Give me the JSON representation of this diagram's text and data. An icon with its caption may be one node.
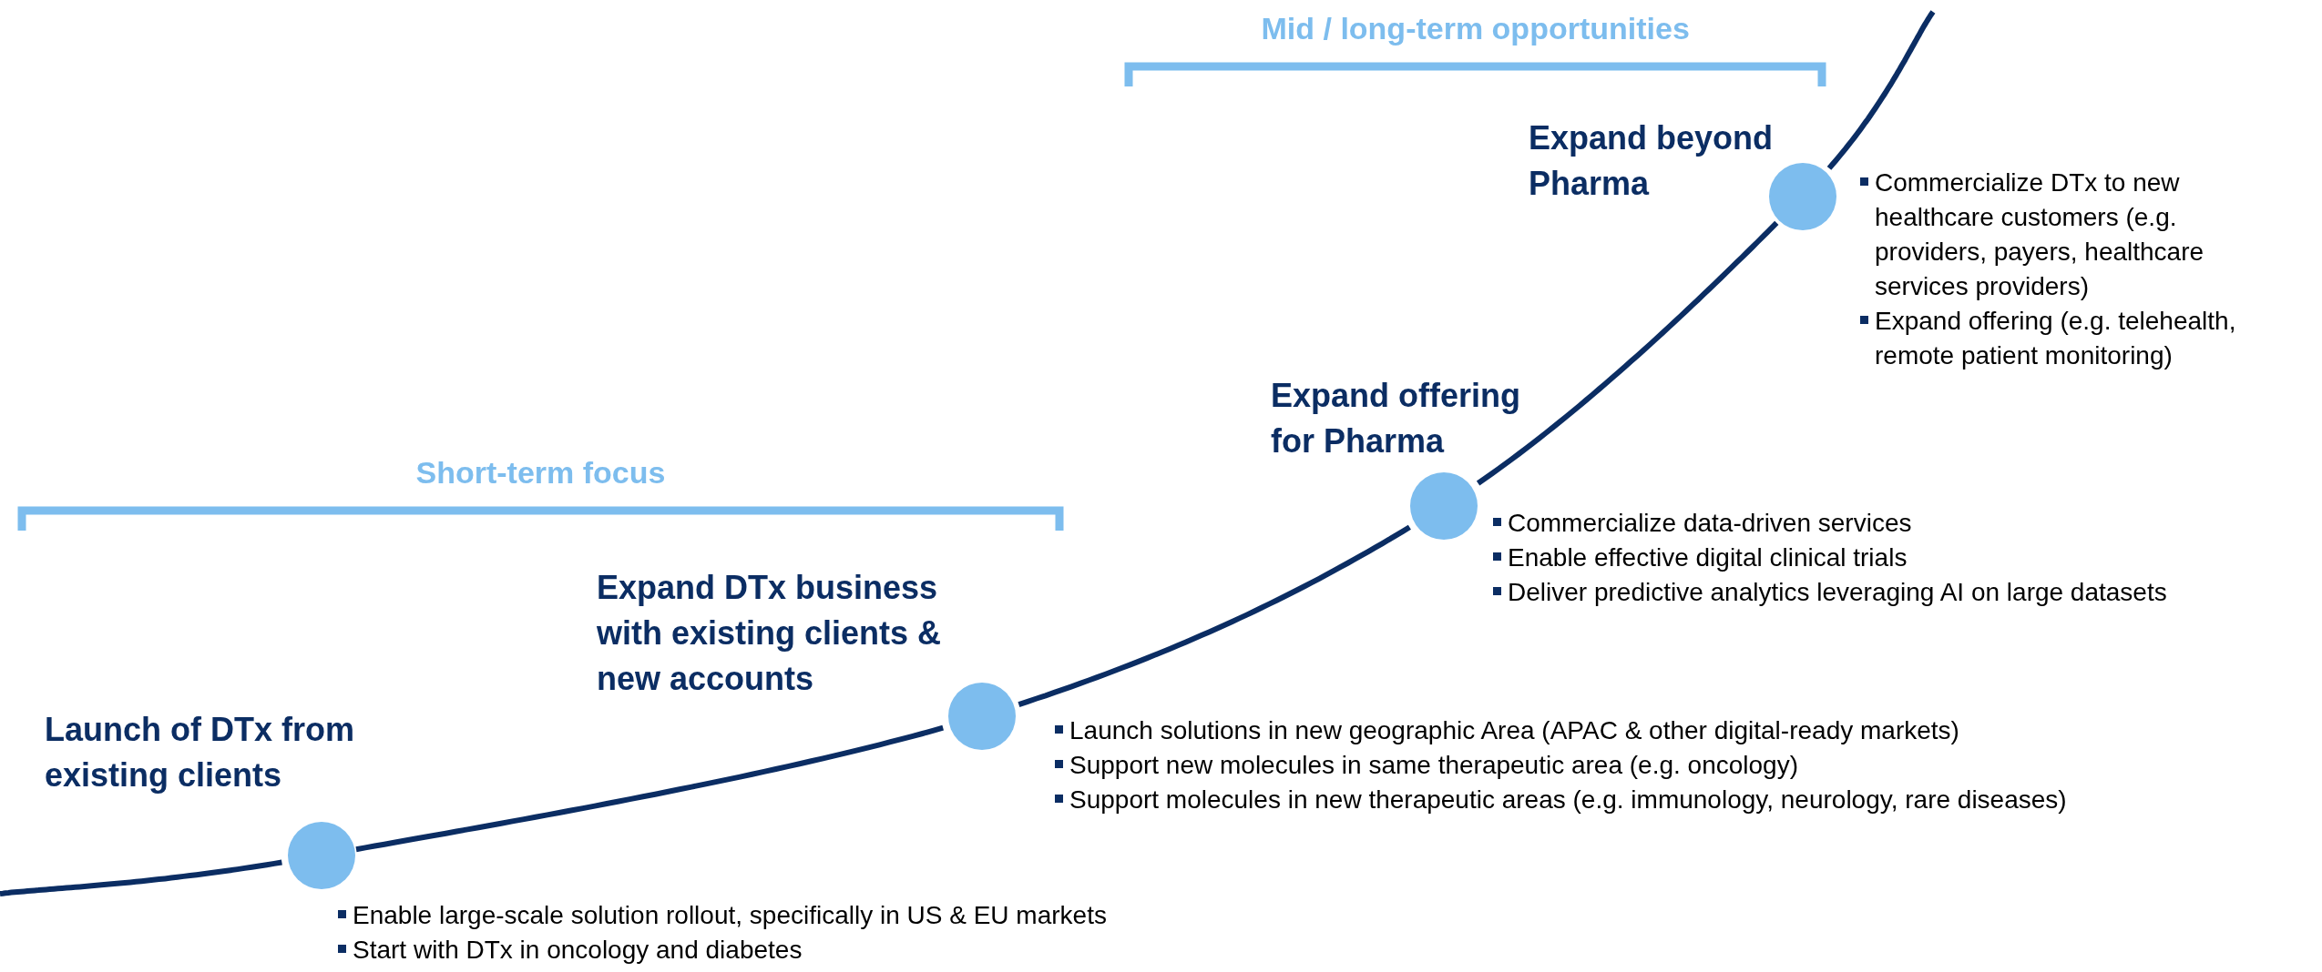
{
  "diagram": {
    "nodes": [
      {
        "text": [
          "Launch of DTx from existing clients"
        ],
        "beside": [
          "Enable large-scale solution rollout, specifically in US & EU markets",
          "Start with DTx in oncology and diabetes"
        ]
      },
      {
        "text": [
          "Expand DTx business with existing clients & new accounts"
        ],
        "beside": [
          "Launch solutions in new geographic Area (APAC & other digital-ready markets)",
          "Support new molecules in same therapeutic area (e.g. oncology)",
          "Support molecules in new therapeutic areas (e.g. immunology, neurology, rare diseases)"
        ]
      },
      {
        "text": [
          "Expand offering for Pharma"
        ],
        "beside": [
          "Commercialize data-driven services",
          "Enable effective digital clinical trials",
          "Deliver predictive analytics leveraging AI on large datasets"
        ]
      },
      {
        "text": [
          "Expand beyond Pharma"
        ],
        "beside": [
          "Commercialize DTx to new healthcare customers (e.g. providers, payers, healthcare services providers)",
          "Expand offering (e.g. telehealth, remote patient monitoring)"
        ]
      }
    ],
    "edges": [
      {
        "from": null,
        "to": 0,
        "arrow": "none"
      },
      {
        "from": 0,
        "to": 1,
        "arrow": "none"
      },
      {
        "from": 1,
        "to": 2,
        "arrow": "none"
      },
      {
        "from": 2,
        "to": 3,
        "arrow": "none"
      },
      {
        "from": 3,
        "to": null,
        "arrow": "none"
      }
    ],
    "labels": [
      "Mid / long-term opportunities",
      "Short-term focus"
    ]
  }
}
